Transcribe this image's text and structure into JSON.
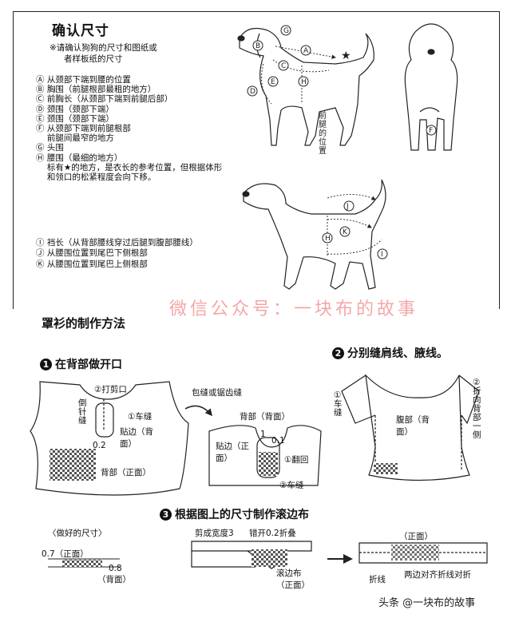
{
  "section1": {
    "title": "确认尺寸",
    "note_line1": "※请确认狗狗的尺寸和图纸或",
    "note_line2": "者样板纸的尺寸",
    "items": [
      "Ⓐ 从颈部下端到腰的位置",
      "Ⓑ 胸围（前腿根部最粗的地方）",
      "Ⓒ 前胸长（从颈部下端到前腿后部）",
      "Ⓓ 颈围（颈部下端）",
      "Ⓔ 颈围（颈部下端）",
      "Ⓕ 从颈部下端到前腿根部",
      "　 前腿间最窄的地方",
      "Ⓖ 头围",
      "Ⓗ 腰围（最细的地方）",
      "　 标有★的地方，是衣长的参考位置，但根据体形",
      "　 和领口的松紧程度会向下移。"
    ],
    "items2": [
      "Ⓘ 裆长（从背部腰线穿过后腿到腹部腰线）",
      "Ⓙ 从腰围位置到尾巴下侧根部",
      "Ⓚ 从腰围位置到尾巴上侧根部"
    ],
    "dog_labels": [
      "G",
      "A",
      "B",
      "C",
      "D",
      "E",
      "H",
      "F",
      "J",
      "K",
      "H",
      "I"
    ],
    "leg_position_label": "前腿的位置"
  },
  "watermark": "微信公众号：一块布的故事",
  "section2": {
    "title": "罩衫的制作方法",
    "step1": {
      "num": "1",
      "title": "在背部做开口"
    },
    "step2": {
      "num": "2",
      "title": "分别缝肩线、腋线。"
    },
    "step3": {
      "num": "3",
      "title": "根据图上的尺寸制作滚边布"
    },
    "labels": {
      "cut": "②打剪口",
      "fold_stitch": "倒针缝",
      "sew": "①车缝",
      "bias_back": "贴边（背面）",
      "num02": "0.2",
      "back_front": "背部（正面）",
      "wrap": "包缝或锯齿缝",
      "back_back": "背部（背面）",
      "bias_front": "贴边（正面）",
      "n1": "1",
      "n01": "0.1",
      "fold_back": "①翻回",
      "sew2": "②车缝",
      "sew3": "①车缝",
      "belly_back": "腹部（背面）",
      "fold_dir": "②折向背部一侧",
      "done_size": "〈做好的尺寸〉",
      "w07": "0.7（正面）",
      "w08": "0.8",
      "back_label": "（背面）",
      "cut_width": "剪成宽度3",
      "stagger": "错开0.2折叠",
      "bias_cloth": "滚边布（正面）",
      "front": "（正面）",
      "fold_line": "折线",
      "align": "两边对齐折线对折"
    }
  },
  "footer": "头条 @一块布的故事"
}
